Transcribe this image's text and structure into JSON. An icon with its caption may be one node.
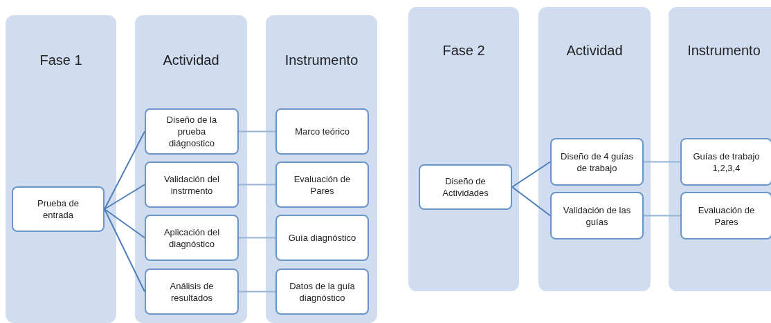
{
  "diagram": {
    "nodes": [
      {
        "text": [
          "Fase 1"
        ]
      },
      {
        "text": [
          "Prueba de entrada"
        ],
        "in": 0
      },
      {
        "text": [
          "Actividad"
        ]
      },
      {
        "text": [
          "Diseño de la prueba diágnostico"
        ],
        "in": 2
      },
      {
        "text": [
          "Validación del instrmento"
        ],
        "in": 2
      },
      {
        "text": [
          "Aplicación del diagnóstico"
        ],
        "in": 2
      },
      {
        "text": [
          "Análisis de resultados"
        ],
        "in": 2
      },
      {
        "text": [
          "Instrumento"
        ]
      },
      {
        "text": [
          "Marco teórico"
        ],
        "in": 7
      },
      {
        "text": [
          "Evaluación de Pares"
        ],
        "in": 7
      },
      {
        "text": [
          "Guía diagnóstico"
        ],
        "in": 7
      },
      {
        "text": [
          "Datos de la guía diagnóstico"
        ],
        "in": 7
      },
      {
        "text": [
          "Fase 2"
        ]
      },
      {
        "text": [
          "Diseño de Actividades"
        ],
        "in": 12
      },
      {
        "text": [
          "Actividad"
        ]
      },
      {
        "text": [
          "Diseño de 4 guías de trabajo"
        ],
        "in": 14
      },
      {
        "text": [
          "Validación de las guías"
        ],
        "in": 14
      },
      {
        "text": [
          "Instrumento"
        ]
      },
      {
        "text": [
          "Guías de trabajo 1,2,3,4"
        ],
        "in": 17
      },
      {
        "text": [
          "Evaluación de Pares"
        ],
        "in": 17
      }
    ],
    "edges": [
      {
        "from": 1,
        "to": 3,
        "arrow": "none"
      },
      {
        "from": 1,
        "to": 4,
        "arrow": "none"
      },
      {
        "from": 1,
        "to": 5,
        "arrow": "none"
      },
      {
        "from": 1,
        "to": 6,
        "arrow": "none"
      },
      {
        "from": 3,
        "to": 8,
        "arrow": "none",
        "color": "#95b3d7"
      },
      {
        "from": 4,
        "to": 9,
        "arrow": "none",
        "color": "#95b3d7"
      },
      {
        "from": 5,
        "to": 10,
        "arrow": "none",
        "color": "#95b3d7"
      },
      {
        "from": 6,
        "to": 11,
        "arrow": "none",
        "color": "#95b3d7"
      },
      {
        "from": 13,
        "to": 15,
        "arrow": "none"
      },
      {
        "from": 13,
        "to": 16,
        "arrow": "none"
      },
      {
        "from": 15,
        "to": 18,
        "arrow": "none",
        "color": "#95b3d7"
      },
      {
        "from": 16,
        "to": 19,
        "arrow": "none",
        "color": "#95b3d7"
      }
    ]
  }
}
